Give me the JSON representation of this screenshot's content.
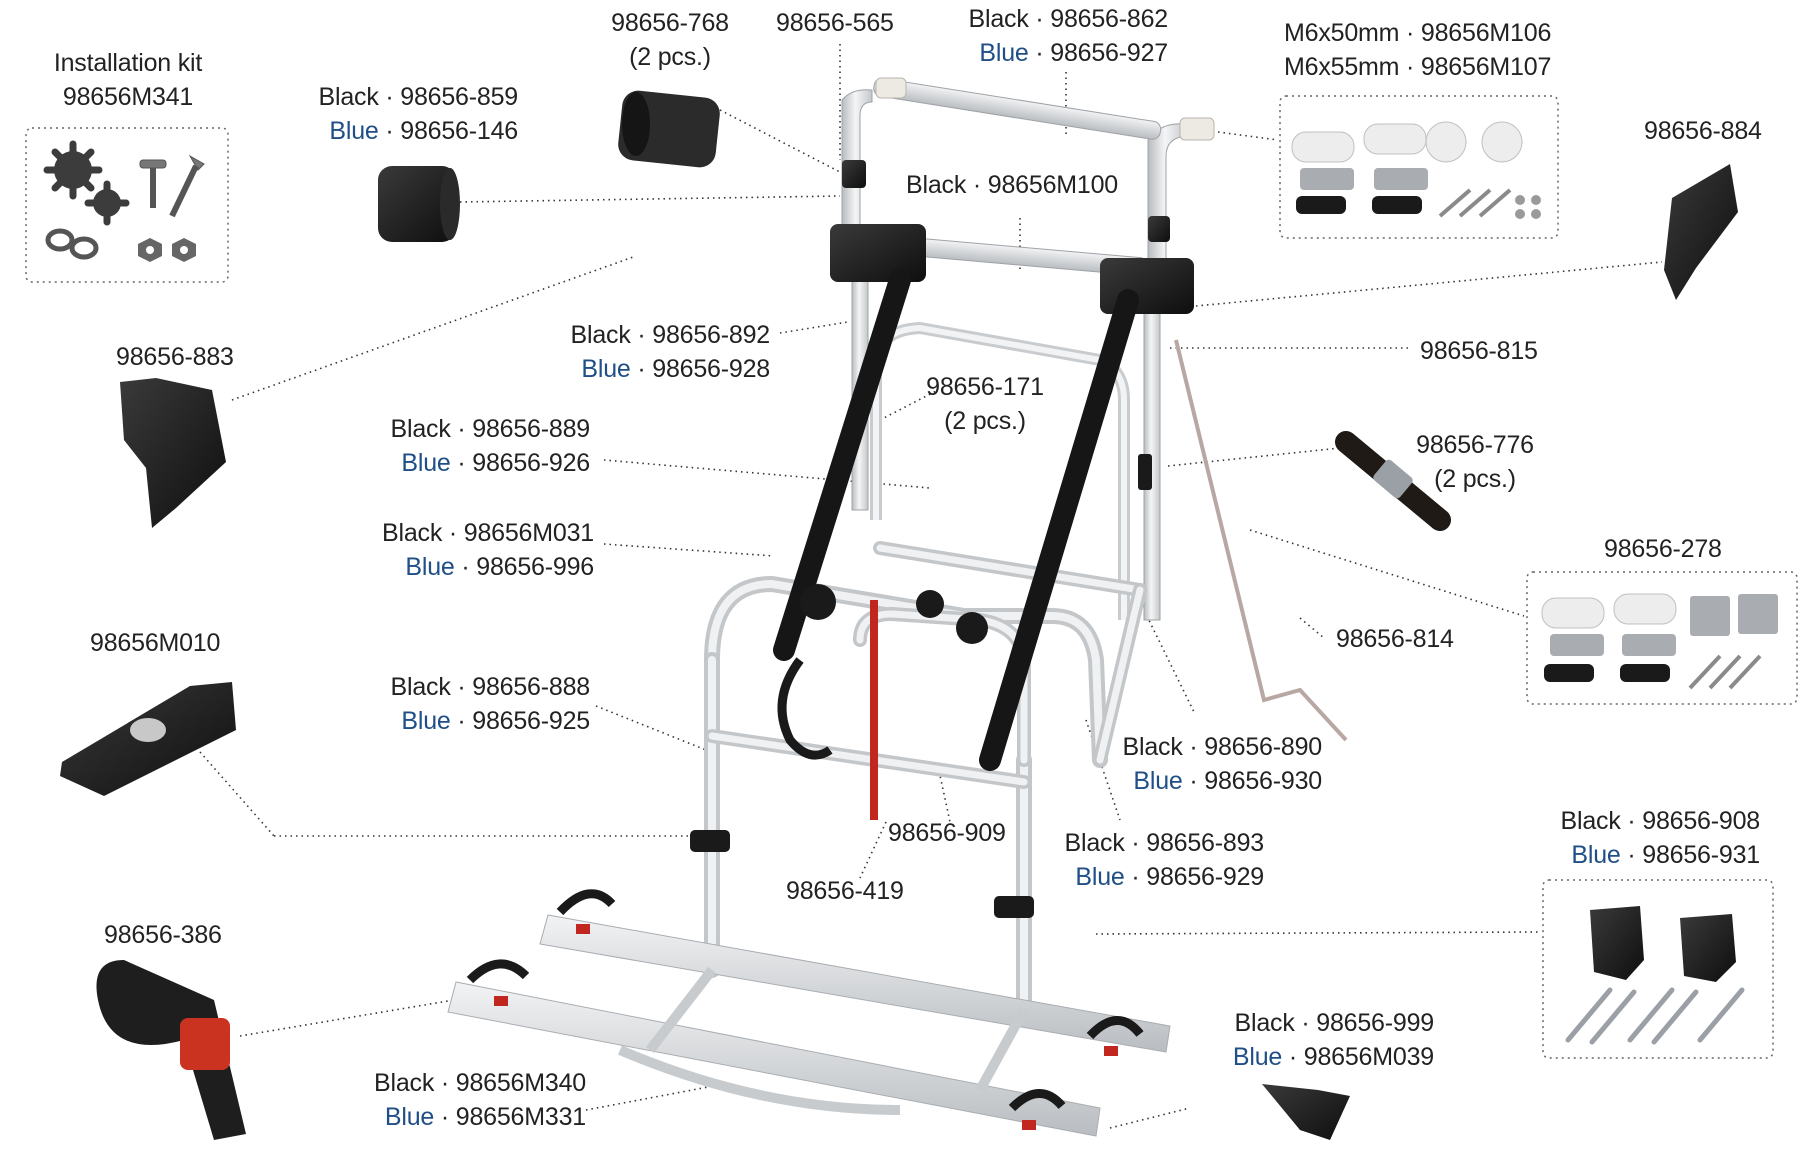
{
  "colors": {
    "black_label": "#222222",
    "blue_label": "#1f4f86",
    "frame": "#d9dcdf",
    "strap": "#1a1a1a",
    "accent_red": "#c2271f",
    "leader": "#444444"
  },
  "labels": {
    "installation_kit": {
      "title": "Installation kit",
      "code": "98656M341"
    },
    "cap": {
      "black": "Black · 98656-859",
      "blue_word": "Blue",
      "blue_code": " · 98656-146"
    },
    "spacer": {
      "code": "98656-768",
      "qty": "(2 pcs.)"
    },
    "p565": {
      "code": "98656-565"
    },
    "top_bar": {
      "black": "Black · 98656-862",
      "blue_word": "Blue",
      "blue_code": " · 98656-927"
    },
    "end_caps": {
      "line1": "M6x50mm · 98656M106",
      "line2": "M6x55mm · 98656M107"
    },
    "p884": {
      "code": "98656-884"
    },
    "mid_bar": {
      "black": "Black · 98656M100"
    },
    "p883": {
      "code": "98656-883"
    },
    "p892": {
      "black": "Black · 98656-892",
      "blue_word": "Blue",
      "blue_code": " · 98656-928"
    },
    "p815": {
      "code": "98656-815"
    },
    "p171": {
      "code": "98656-171",
      "qty": "(2 pcs.)"
    },
    "p889": {
      "black": "Black · 98656-889",
      "blue_word": "Blue",
      "blue_code": " · 98656-926"
    },
    "p776": {
      "code": "98656-776",
      "qty": "(2 pcs.)"
    },
    "p031": {
      "black": "Black · 98656M031",
      "blue_word": "Blue",
      "blue_code": " ·  98656-996"
    },
    "p278": {
      "code": "98656-278"
    },
    "p814": {
      "code": "98656-814"
    },
    "m010": {
      "code": "98656M010"
    },
    "p888": {
      "black": "Black · 98656-888",
      "blue_word": "Blue",
      "blue_code": " · 98656-925"
    },
    "p890": {
      "black": "Black · 98656-890",
      "blue_word": "Blue",
      "blue_code": " · 98656-930"
    },
    "p909": {
      "code": "98656-909"
    },
    "p893": {
      "black": "Black · 98656-893",
      "blue_word": "Blue",
      "blue_code": " · 98656-929"
    },
    "p908": {
      "black": "Black · 98656-908",
      "blue_word": "Blue",
      "blue_code": " · 98656-931"
    },
    "p419": {
      "code": "98656-419"
    },
    "p386": {
      "code": "98656-386"
    },
    "p999": {
      "black": "Black · 98656-999",
      "blue_word": "Blue",
      "blue_code": " · 98656M039"
    },
    "m340": {
      "black": "Black · 98656M340",
      "blue_word": "Blue",
      "blue_code": " · 98656M331"
    }
  }
}
